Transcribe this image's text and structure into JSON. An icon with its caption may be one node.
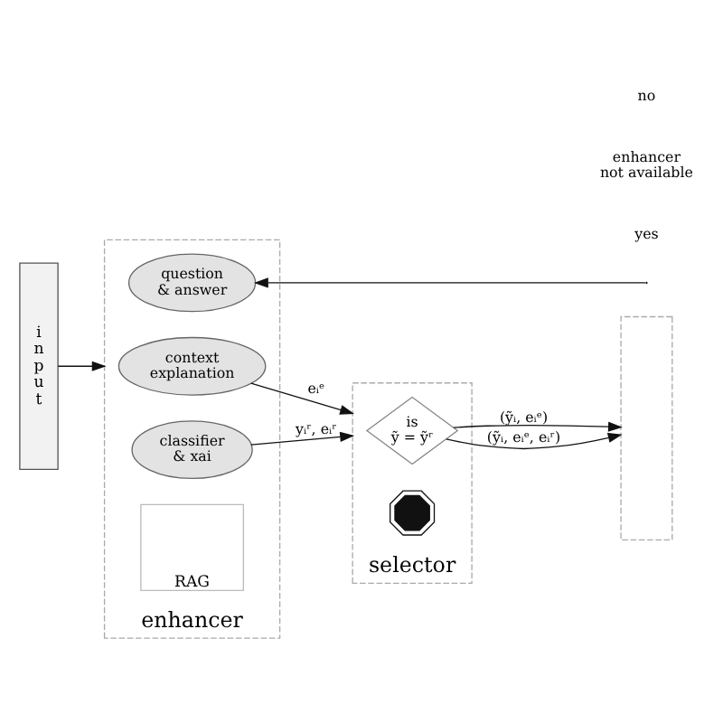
{
  "diagram": {
    "nodes": [
      {
        "text": [
          "input"
        ]
      },
      {
        "text": [
          "enhancer"
        ]
      },
      {
        "text": [
          "question & answer"
        ],
        "in": 1
      },
      {
        "text": [
          "context explanation"
        ],
        "in": 1
      },
      {
        "text": [
          "classifier & xai"
        ],
        "in": 1
      },
      {
        "text": [
          "RAG"
        ],
        "in": 1
      },
      {
        "text": [
          "selector"
        ]
      },
      {
        "text": [
          "is ỹ = ỹʳ"
        ],
        "in": 6
      },
      {
        "text": [],
        "shape": "picture",
        "in": 6
      },
      {
        "text": [],
        "shape": "box"
      }
    ],
    "edges": [
      {
        "from": null,
        "to": 2,
        "arrow": "to"
      },
      {
        "from": 0,
        "to": 1,
        "arrow": "to"
      },
      {
        "from": 3,
        "to": 6,
        "label": "eᵢᵉ",
        "arrow": "to"
      },
      {
        "from": 4,
        "to": 6,
        "label": "yᵢʳ, eᵢʳ",
        "arrow": "to"
      },
      {
        "from": 7,
        "to": 9,
        "label": "(ỹᵢ, eᵢᵉ)",
        "arrow": "to"
      },
      {
        "from": 7,
        "to": 9,
        "label": "(ỹᵢ, eᵢᵉ, eᵢʳ)",
        "arrow": "to"
      }
    ],
    "labels": [
      "no",
      "enhancer not available",
      "yes"
    ]
  }
}
